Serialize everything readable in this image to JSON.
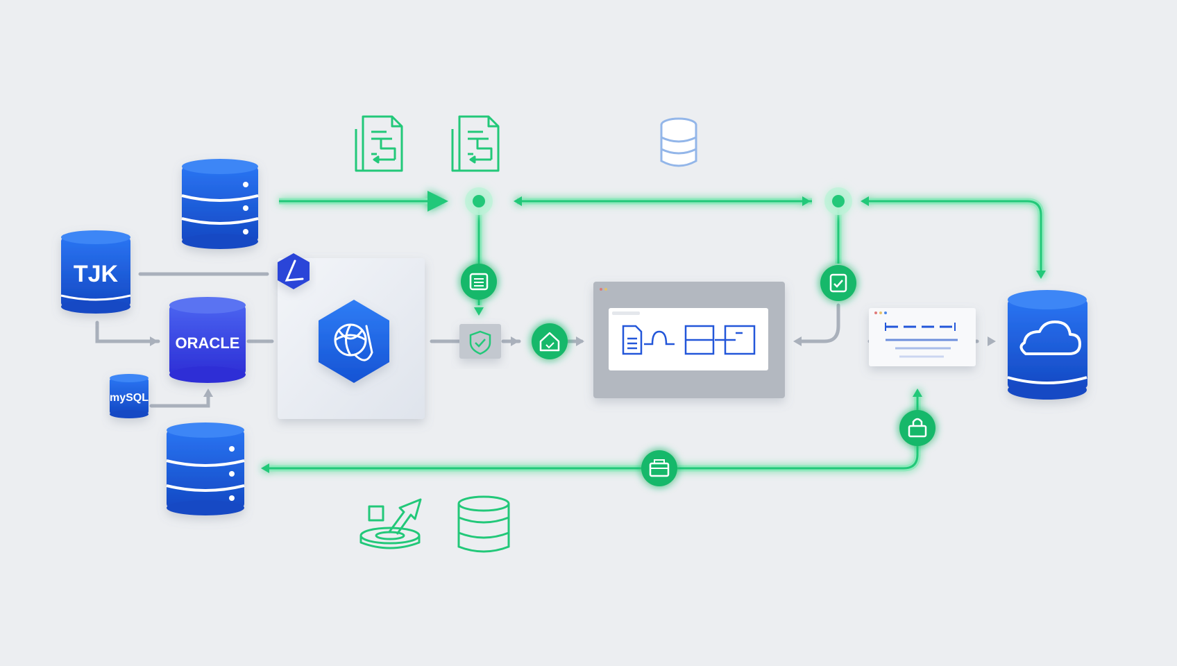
{
  "colors": {
    "background": "#eceef1",
    "db_blue": "#1f63e8",
    "db_blue_dark": "#1449c4",
    "oracle_indigo": "#3b44e6",
    "flow_green": "#22c879",
    "flow_green_dark": "#12a85f",
    "connector_gray": "#a9b0bb",
    "panel_gray": "#b3b8c0"
  },
  "sources": {
    "tdengine_label": "TJK",
    "oracle_label": "ORACLE",
    "mysql_label": "mySQL"
  },
  "icons": {
    "top": [
      "document-flow-icon",
      "document-flow-icon",
      "database-outline-icon"
    ],
    "bottom": [
      "disk-import-icon",
      "database-outline-icon"
    ],
    "nodes": [
      "list-node-icon",
      "check-node-icon",
      "home-node-icon",
      "shield-check-icon",
      "lock-node-icon",
      "bag-node-icon"
    ]
  }
}
